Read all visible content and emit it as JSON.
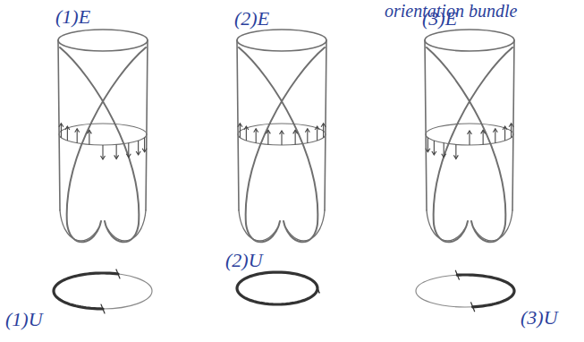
{
  "diagram": {
    "labels": [
      "orientation bundle",
      "(1)E",
      "(2)E",
      "(3)E",
      "(1)U",
      "(2)U",
      "(3)U"
    ]
  }
}
